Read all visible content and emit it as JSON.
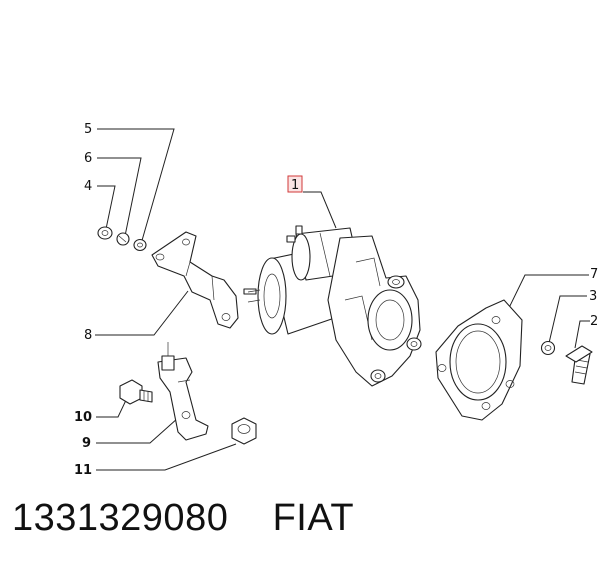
{
  "callouts": {
    "c1": "1",
    "c2": "2",
    "c3": "3",
    "c4": "4",
    "c5": "5",
    "c6": "6",
    "c7": "7",
    "c8": "8",
    "c9": "9",
    "c10": "10",
    "c11": "11"
  },
  "caption": {
    "part_number": "1331329080",
    "brand": "FIAT"
  },
  "colors": {
    "highlight_fill": "#fbe3e3",
    "highlight_border": "#d23a3a",
    "line": "#222222"
  }
}
